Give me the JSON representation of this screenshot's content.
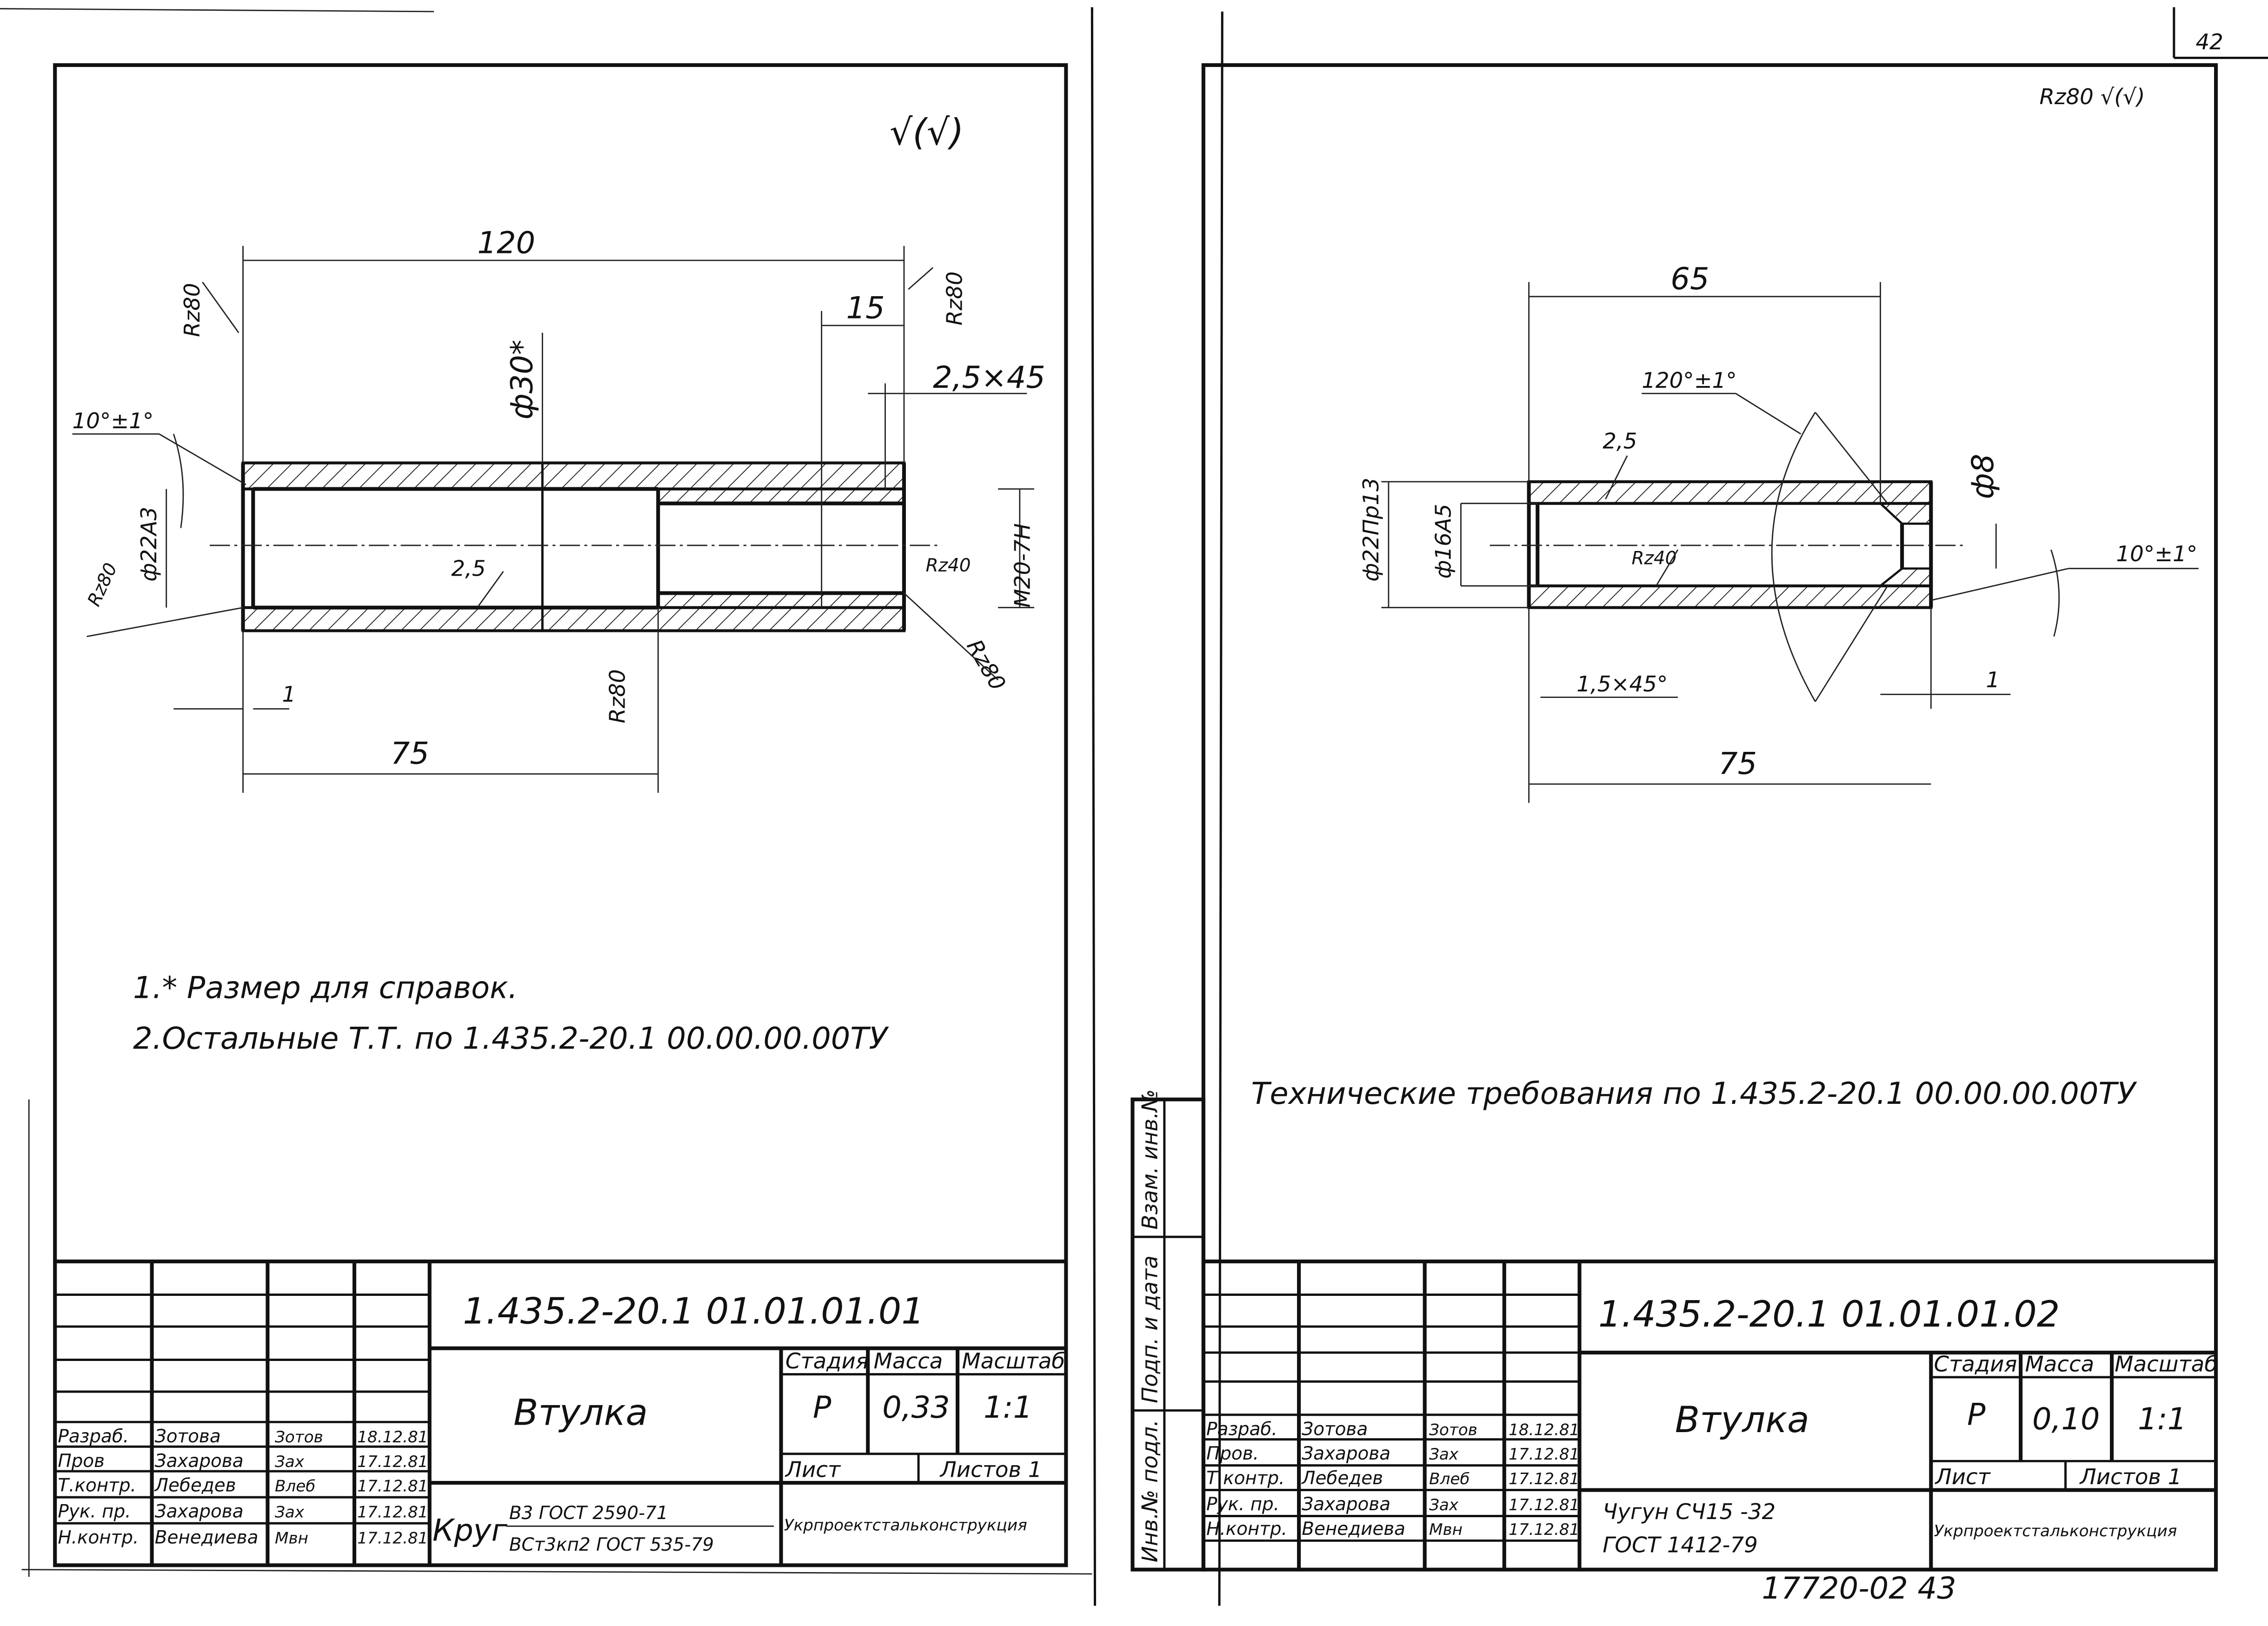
{
  "page_number": "42",
  "bottom_code": "17720-02 43",
  "side_strip": {
    "inv_podl": "Инв.№ подл.",
    "podp_data": "Подп. и дата",
    "vzam_inv": "Взам. инв.№"
  },
  "sheets": [
    {
      "roughness_mark": "√(√)",
      "dims": {
        "length_total": "120",
        "length_end": "15",
        "chamfer": "2,5×45",
        "dia_outer": "ф30*",
        "angle": "10°±1°",
        "bore": "ф22А3",
        "thread": "М20-7Н",
        "fillet": "2,5",
        "step": "1",
        "length_bore": "75"
      },
      "roughness": [
        "Rz80",
        "Rz80",
        "Rz80",
        "Rz40",
        "Rz80",
        "Rz80"
      ],
      "notes": [
        "1.* Размер для справок.",
        "2.Остальные Т.Т. по 1.435.2-20.1 00.00.00.00ТУ"
      ],
      "title_block": {
        "code": "1.435.2-20.1 01.01.01.01",
        "name": "Втулка",
        "stage_label": "Стадия",
        "mass_label": "Масса",
        "scale_label": "Масштаб",
        "stage": "Р",
        "mass": "0,33",
        "scale": "1:1",
        "sheet_label": "Лист",
        "sheets_label": "Листов 1",
        "material_prefix": "Круг",
        "material_top": "В3 ГОСТ 2590-71",
        "material_bottom": "ВСт3кп2 ГОСТ 535-79",
        "organization": "Укрпроектстальконструкция",
        "rows": [
          {
            "role": "Разраб.",
            "name": "Зотова",
            "sign": "Зотов",
            "date": "18.12.81"
          },
          {
            "role": "Пров",
            "name": "Захарова",
            "sign": "Зах",
            "date": "17.12.81"
          },
          {
            "role": "Т.контр.",
            "name": "Лебедев",
            "sign": "Влеб",
            "date": "17.12.81"
          },
          {
            "role": "Рук. пр.",
            "name": "Захарова",
            "sign": "Зах",
            "date": "17.12.81"
          },
          {
            "role": "Н.контр.",
            "name": "Венедиева",
            "sign": "Мвн",
            "date": "17.12.81"
          }
        ]
      }
    },
    {
      "roughness_mark": "Rz80 √(√)",
      "dims": {
        "length_top": "65",
        "cone_angle": "120°±1°",
        "fillet": "2,5",
        "dia_small": "ф8",
        "dia_outer": "ф22Пр13",
        "dia_bore": "ф16А5",
        "chamfer": "1,5×45°",
        "angle": "10°±1°",
        "step": "1",
        "length_total": "75"
      },
      "roughness": [
        "Rz40"
      ],
      "notes": [
        "Технические требования по 1.435.2-20.1 00.00.00.00ТУ"
      ],
      "title_block": {
        "code": "1.435.2-20.1 01.01.01.02",
        "name": "Втулка",
        "stage_label": "Стадия",
        "mass_label": "Масса",
        "scale_label": "Масштаб",
        "stage": "Р",
        "mass": "0,10",
        "scale": "1:1",
        "sheet_label": "Лист",
        "sheets_label": "Листов 1",
        "material_top": "Чугун СЧ15 -32",
        "material_bottom": "ГОСТ 1412-79",
        "organization": "Укрпроектстальконструкция",
        "rows": [
          {
            "role": "Разраб.",
            "name": "Зотова",
            "sign": "Зотов",
            "date": "18.12.81"
          },
          {
            "role": "Пров.",
            "name": "Захарова",
            "sign": "Зах",
            "date": "17.12.81"
          },
          {
            "role": "Т.контр.",
            "name": "Лебедев",
            "sign": "Влеб",
            "date": "17.12.81"
          },
          {
            "role": "Рук. пр.",
            "name": "Захарова",
            "sign": "Зах",
            "date": "17.12.81"
          },
          {
            "role": "Н.контр.",
            "name": "Венедиева",
            "sign": "Мвн",
            "date": "17.12.81"
          }
        ]
      }
    }
  ]
}
